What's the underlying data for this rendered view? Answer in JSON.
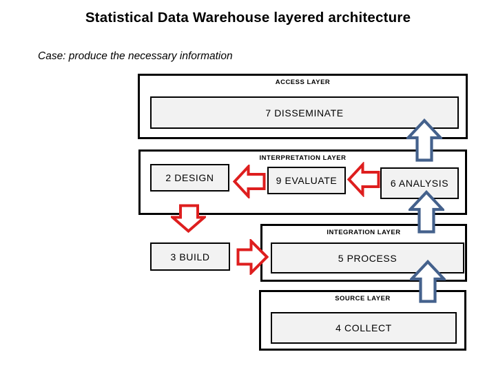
{
  "slide": {
    "title": "Statistical Data Warehouse layered architecture",
    "subtitle": "Case: produce the necessary information"
  },
  "layers": [
    {
      "id": "access",
      "label": "ACCESS LAYER"
    },
    {
      "id": "interpretation",
      "label": "INTERPRETATION LAYER"
    },
    {
      "id": "integration",
      "label": "INTEGRATION LAYER"
    },
    {
      "id": "source",
      "label": "SOURCE LAYER"
    }
  ],
  "boxes": {
    "disseminate": "7 DISSEMINATE",
    "design": "2 DESIGN",
    "evaluate": "9 EVALUATE",
    "analysis": "6 ANALYSIS",
    "process": "5 PROCESS",
    "build": "3 BUILD",
    "collect": "4 COLLECT"
  },
  "arrows": [
    {
      "id": "up-1",
      "direction": "up",
      "color_role": "blue",
      "from": "INTERPRETATION LAYER",
      "to": "7 DISSEMINATE"
    },
    {
      "id": "up-2",
      "direction": "up",
      "color_role": "blue",
      "from": "INTEGRATION LAYER",
      "to": "6 ANALYSIS"
    },
    {
      "id": "up-3",
      "direction": "up",
      "color_role": "blue",
      "from": "SOURCE LAYER",
      "to": "5 PROCESS"
    },
    {
      "id": "left-1",
      "direction": "left",
      "color_role": "red",
      "from": "9 EVALUATE",
      "to": "2 DESIGN"
    },
    {
      "id": "left-2",
      "direction": "left",
      "color_role": "red",
      "from": "6 ANALYSIS",
      "to": "9 EVALUATE"
    },
    {
      "id": "down-1",
      "direction": "down",
      "color_role": "red",
      "from": "2 DESIGN",
      "to": "3 BUILD"
    },
    {
      "id": "right-1",
      "direction": "right",
      "color_role": "red",
      "from": "3 BUILD",
      "to": "5 PROCESS"
    }
  ],
  "colors": {
    "background": "#FFFFFF",
    "title_color": "#000000",
    "box_fill": "#F2F2F2",
    "box_border": "#000000",
    "layer_border": "#000000",
    "blue_arrow": "#44618C",
    "red_arrow": "#DE1E1E"
  }
}
